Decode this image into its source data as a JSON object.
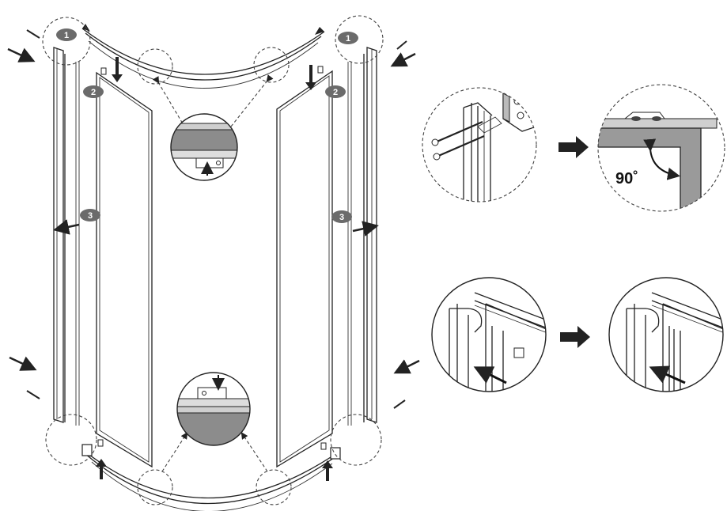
{
  "callouts": {
    "top_left": "1",
    "top_right": "1",
    "panel_left": "2",
    "panel_right": "2",
    "frame_left": "3",
    "frame_right": "3"
  },
  "angle_label": "90˚",
  "colors": {
    "badge": "#6b6b6b",
    "gray_part": "#8c8c8c",
    "light_gray": "#b8b8b8",
    "ink": "#1a1a1a"
  },
  "icons": [
    "screw-icon",
    "arrow-icon",
    "magnifier-circle"
  ]
}
